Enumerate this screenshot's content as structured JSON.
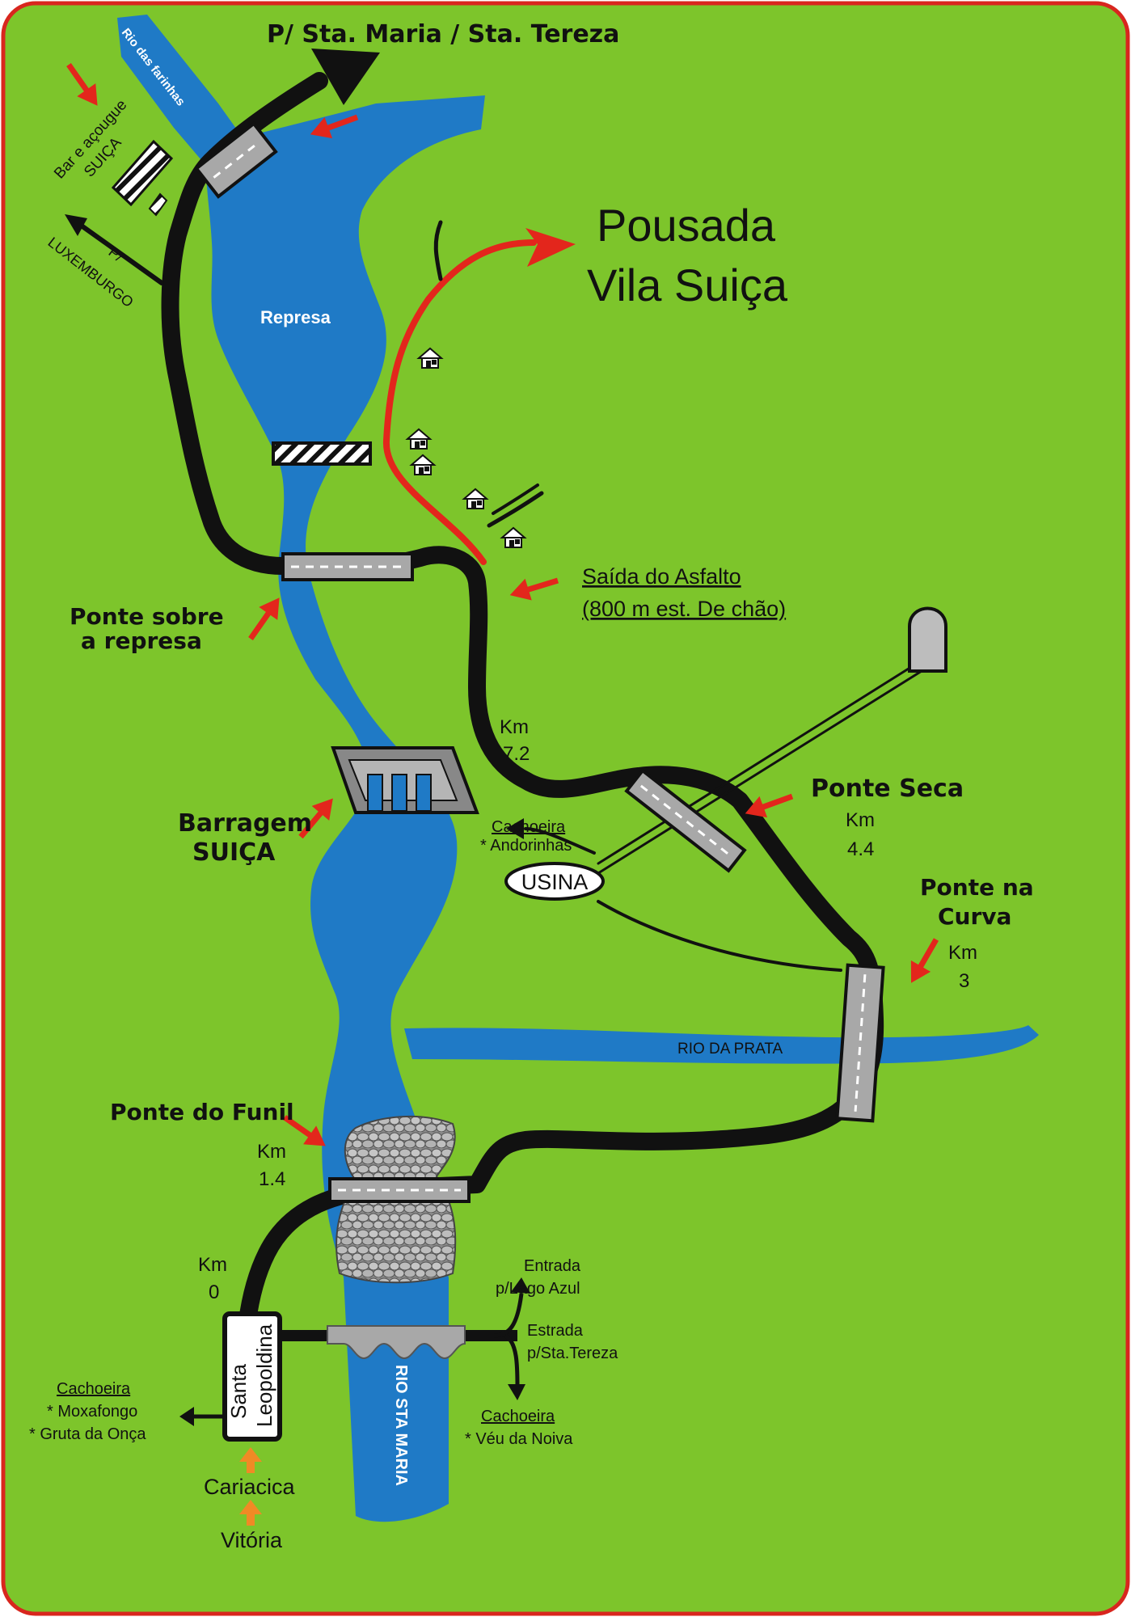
{
  "colors": {
    "background": "#7dc52b",
    "border": "#d8261e",
    "water": "#1f7ac6",
    "road": "#111111",
    "access_road": "#e3261c",
    "arrow": "#e3261c",
    "bridge": "#a8a8a8"
  },
  "destination": {
    "line1": "Pousada",
    "line2": "Vila Suiça"
  },
  "labels": {
    "sta_maria_tereza": "P/ Sta. Maria / Sta. Tereza",
    "rio_farinhas": "Rio das farinhas",
    "bar_acougue_1": "Bar e açougue",
    "bar_acougue_2": "SUIÇA",
    "luxemburgo_1": "P/",
    "luxemburgo_2": "LUXEMBURGO",
    "represa": "Represa",
    "saida_asfalto_1": "Saída do Asfalto",
    "saida_asfalto_2": "(800 m est. De chão)",
    "ponte_represa_1": "Ponte sobre",
    "ponte_represa_2": "a represa",
    "km72_a": "Km",
    "km72_b": "7.2",
    "barragem_1": "Barragem",
    "barragem_2": "SUIÇA",
    "cachoeira_andorinhas_1": "Cachoeira",
    "cachoeira_andorinhas_2": "* Andorinhas",
    "usina": "USINA",
    "ponte_seca": "Ponte Seca",
    "km44_a": "Km",
    "km44_b": "4.4",
    "ponte_curva_1": "Ponte na",
    "ponte_curva_2": "Curva",
    "km3_a": "Km",
    "km3_b": "3",
    "rio_prata": "RIO DA PRATA",
    "ponte_funil": "Ponte do Funil",
    "km14_a": "Km",
    "km14_b": "1.4",
    "km0_a": "Km",
    "km0_b": "0",
    "entrada_lago_1": "Entrada",
    "entrada_lago_2": "p/Lago Azul",
    "estrada_tereza_1": "Estrada",
    "estrada_tereza_2": "p/Sta.Tereza",
    "cachoeira_veu_1": "Cachoeira",
    "cachoeira_veu_2": "* Véu da Noiva",
    "cachoeira_moxa_1": "Cachoeira",
    "cachoeira_moxa_2": "* Moxafongo",
    "cachoeira_moxa_3": "* Gruta da Onça",
    "santa_leopoldina_1": "Santa",
    "santa_leopoldina_2": "Leopoldina",
    "rio_sta_maria": "RIO STA MARIA",
    "cariacica": "Cariacica",
    "vitoria": "Vitória"
  }
}
